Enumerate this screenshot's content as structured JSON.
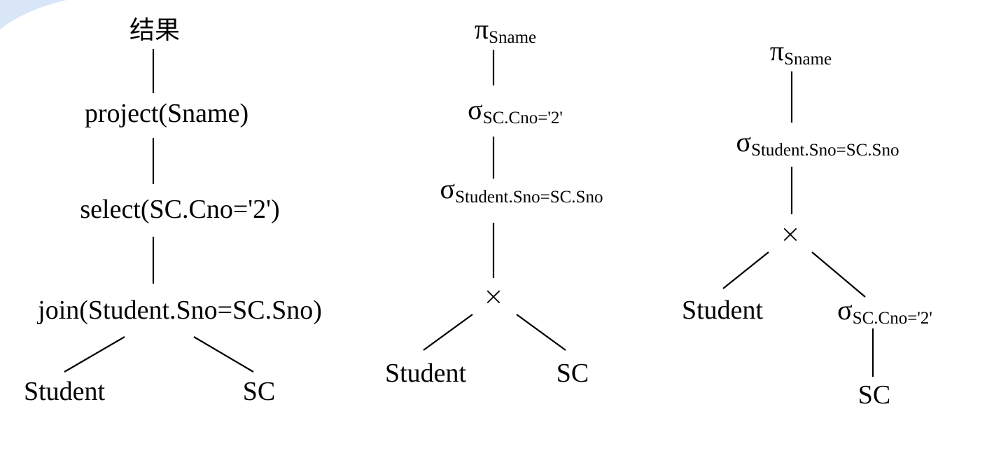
{
  "deco_color": "#d8e6f7",
  "tree1": {
    "root": "结果",
    "project": "project(Sname)",
    "select": "select(SC.Cno='2')",
    "join": "join(Student.Sno=SC.Sno)",
    "left_leaf": "Student",
    "right_leaf": "SC"
  },
  "tree2": {
    "pi_symbol": "π",
    "pi_sub": "Sname",
    "sigma1_symbol": "σ",
    "sigma1_sub": "SC.Cno='2'",
    "sigma2_symbol": "σ",
    "sigma2_sub": "Student.Sno=SC.Sno",
    "cross": "×",
    "left_leaf": "Student",
    "right_leaf": "SC"
  },
  "tree3": {
    "pi_symbol": "π",
    "pi_sub": "Sname",
    "sigma_join_symbol": "σ",
    "sigma_join_sub": "Student.Sno=SC.Sno",
    "cross": "×",
    "left_leaf": "Student",
    "sigma_sel_symbol": "σ",
    "sigma_sel_sub": "SC.Cno='2'",
    "bottom_leaf": "SC"
  }
}
